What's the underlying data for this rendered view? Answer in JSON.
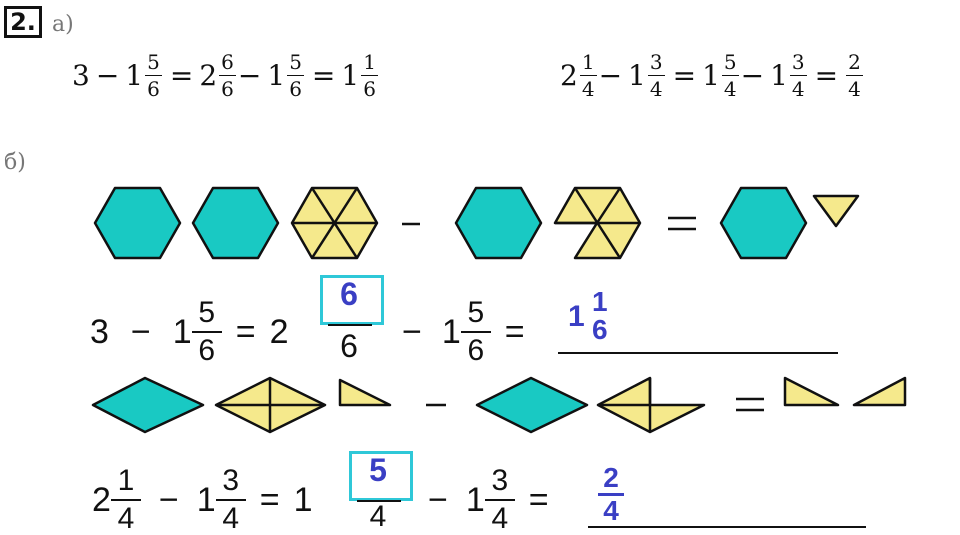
{
  "task": {
    "number": "2.",
    "part_a_label": "а)",
    "part_b_label": "б)"
  },
  "part_a": {
    "eq1": {
      "whole1": "3",
      "minus1": "−",
      "m1_whole": "1",
      "m1_num": "5",
      "m1_den": "6",
      "eq_sign1": "=",
      "m2_whole": "2",
      "m2_num": "6",
      "m2_den": "6",
      "minus2": "−",
      "m3_whole": "1",
      "m3_num": "5",
      "m3_den": "6",
      "eq_sign2": "=",
      "r_whole": "1",
      "r_num": "1",
      "r_den": "6"
    },
    "eq2": {
      "m1_whole": "2",
      "m1_num": "1",
      "m1_den": "4",
      "minus1": "−",
      "m2_whole": "1",
      "m2_num": "3",
      "m2_den": "4",
      "eq_sign1": "=",
      "m3_whole": "1",
      "m3_num": "5",
      "m3_den": "4",
      "minus2": "−",
      "m4_whole": "1",
      "m4_num": "3",
      "m4_den": "4",
      "eq_sign2": "=",
      "r_num": "2",
      "r_den": "4"
    }
  },
  "part_b": {
    "row1": {
      "whole1": "3",
      "minus": "−",
      "m1_whole": "1",
      "m1_num": "5",
      "m1_den": "6",
      "eq": "=",
      "m2_whole": "2",
      "m2_num_filled": "6",
      "m2_den": "6",
      "minus2": "−",
      "m3_whole": "1",
      "m3_num": "5",
      "m3_den": "6",
      "eq2": "=",
      "answer_whole": "1",
      "answer_num": "1",
      "answer_den": "6"
    },
    "row2": {
      "m1_whole": "2",
      "m1_num": "1",
      "m1_den": "4",
      "minus": "−",
      "m2_whole": "1",
      "m2_num": "3",
      "m2_den": "4",
      "eq": "=",
      "m3_whole": "1",
      "m3_num_filled": "5",
      "m3_den": "4",
      "minus2": "−",
      "m4_whole": "1",
      "m4_num": "3",
      "m4_den": "4",
      "eq2": "=",
      "answer_num": "2",
      "answer_den": "4"
    }
  },
  "colors": {
    "teal": "#19c9c3",
    "yellow": "#f5e98c",
    "outline": "#111111",
    "blue_answer": "#3a3fc4",
    "box_cyan": "#2fc8d8"
  }
}
